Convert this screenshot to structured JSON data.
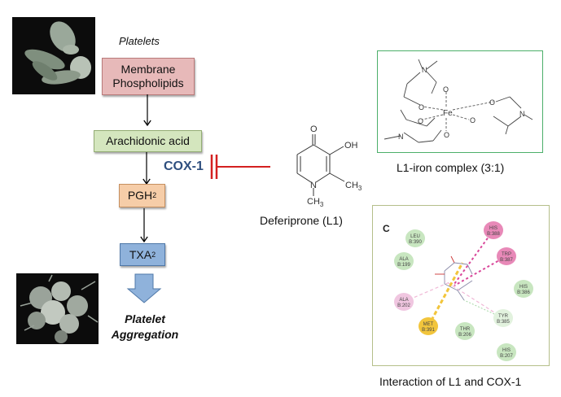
{
  "pathway": {
    "platelets_label": "Platelets",
    "membrane_label_line1": "Membrane",
    "membrane_label_line2": "Phospholipids",
    "arachidonic_label": "Arachidonic acid",
    "pgh2_base": "PGH",
    "pgh2_sub": "2",
    "txa2_base": "TXA",
    "txa2_sub": "2",
    "aggregation_line1": "Platelet",
    "aggregation_line2": "Aggregation",
    "enzyme_label": "COX-1"
  },
  "colors": {
    "membrane_box": "#e7b9b9",
    "arachidonic_box": "#d4e6be",
    "pgh2_box": "#f6cda8",
    "txa2_box": "#8fb2db",
    "cox_text": "#2f4f7f",
    "inhibition_line": "#d42020",
    "complex_border": "#4caf6a",
    "interaction_border": "#b5bf8a"
  },
  "deferiprone": {
    "caption": "Deferiprone (L1)",
    "atoms": {
      "O": "O",
      "OH": "OH",
      "N": "N",
      "CH3_a": "CH",
      "CH3_b": "CH",
      "sub3": "3"
    }
  },
  "iron_complex": {
    "caption": "L1-iron complex (3:1)",
    "fe": "Fe",
    "n": "N",
    "o": "O"
  },
  "interaction": {
    "caption": "Interaction of L1 and COX-1",
    "panel_letter": "C",
    "residues": [
      {
        "name": "LEU",
        "id": "B:390",
        "type": "vdw"
      },
      {
        "name": "ALA",
        "id": "B:199",
        "type": "vdw"
      },
      {
        "name": "HIS",
        "id": "B:388",
        "type": "pi"
      },
      {
        "name": "TRP",
        "id": "B:387",
        "type": "pi"
      },
      {
        "name": "HIS",
        "id": "B:386",
        "type": "vdw"
      },
      {
        "name": "ALA",
        "id": "B:202",
        "type": "alkyl"
      },
      {
        "name": "TYR",
        "id": "B:385",
        "type": "carbon-h"
      },
      {
        "name": "MET",
        "id": "B:391",
        "type": "sulfur"
      },
      {
        "name": "THR",
        "id": "B:206",
        "type": "vdw"
      },
      {
        "name": "HIS",
        "id": "B:207",
        "type": "vdw"
      }
    ]
  }
}
